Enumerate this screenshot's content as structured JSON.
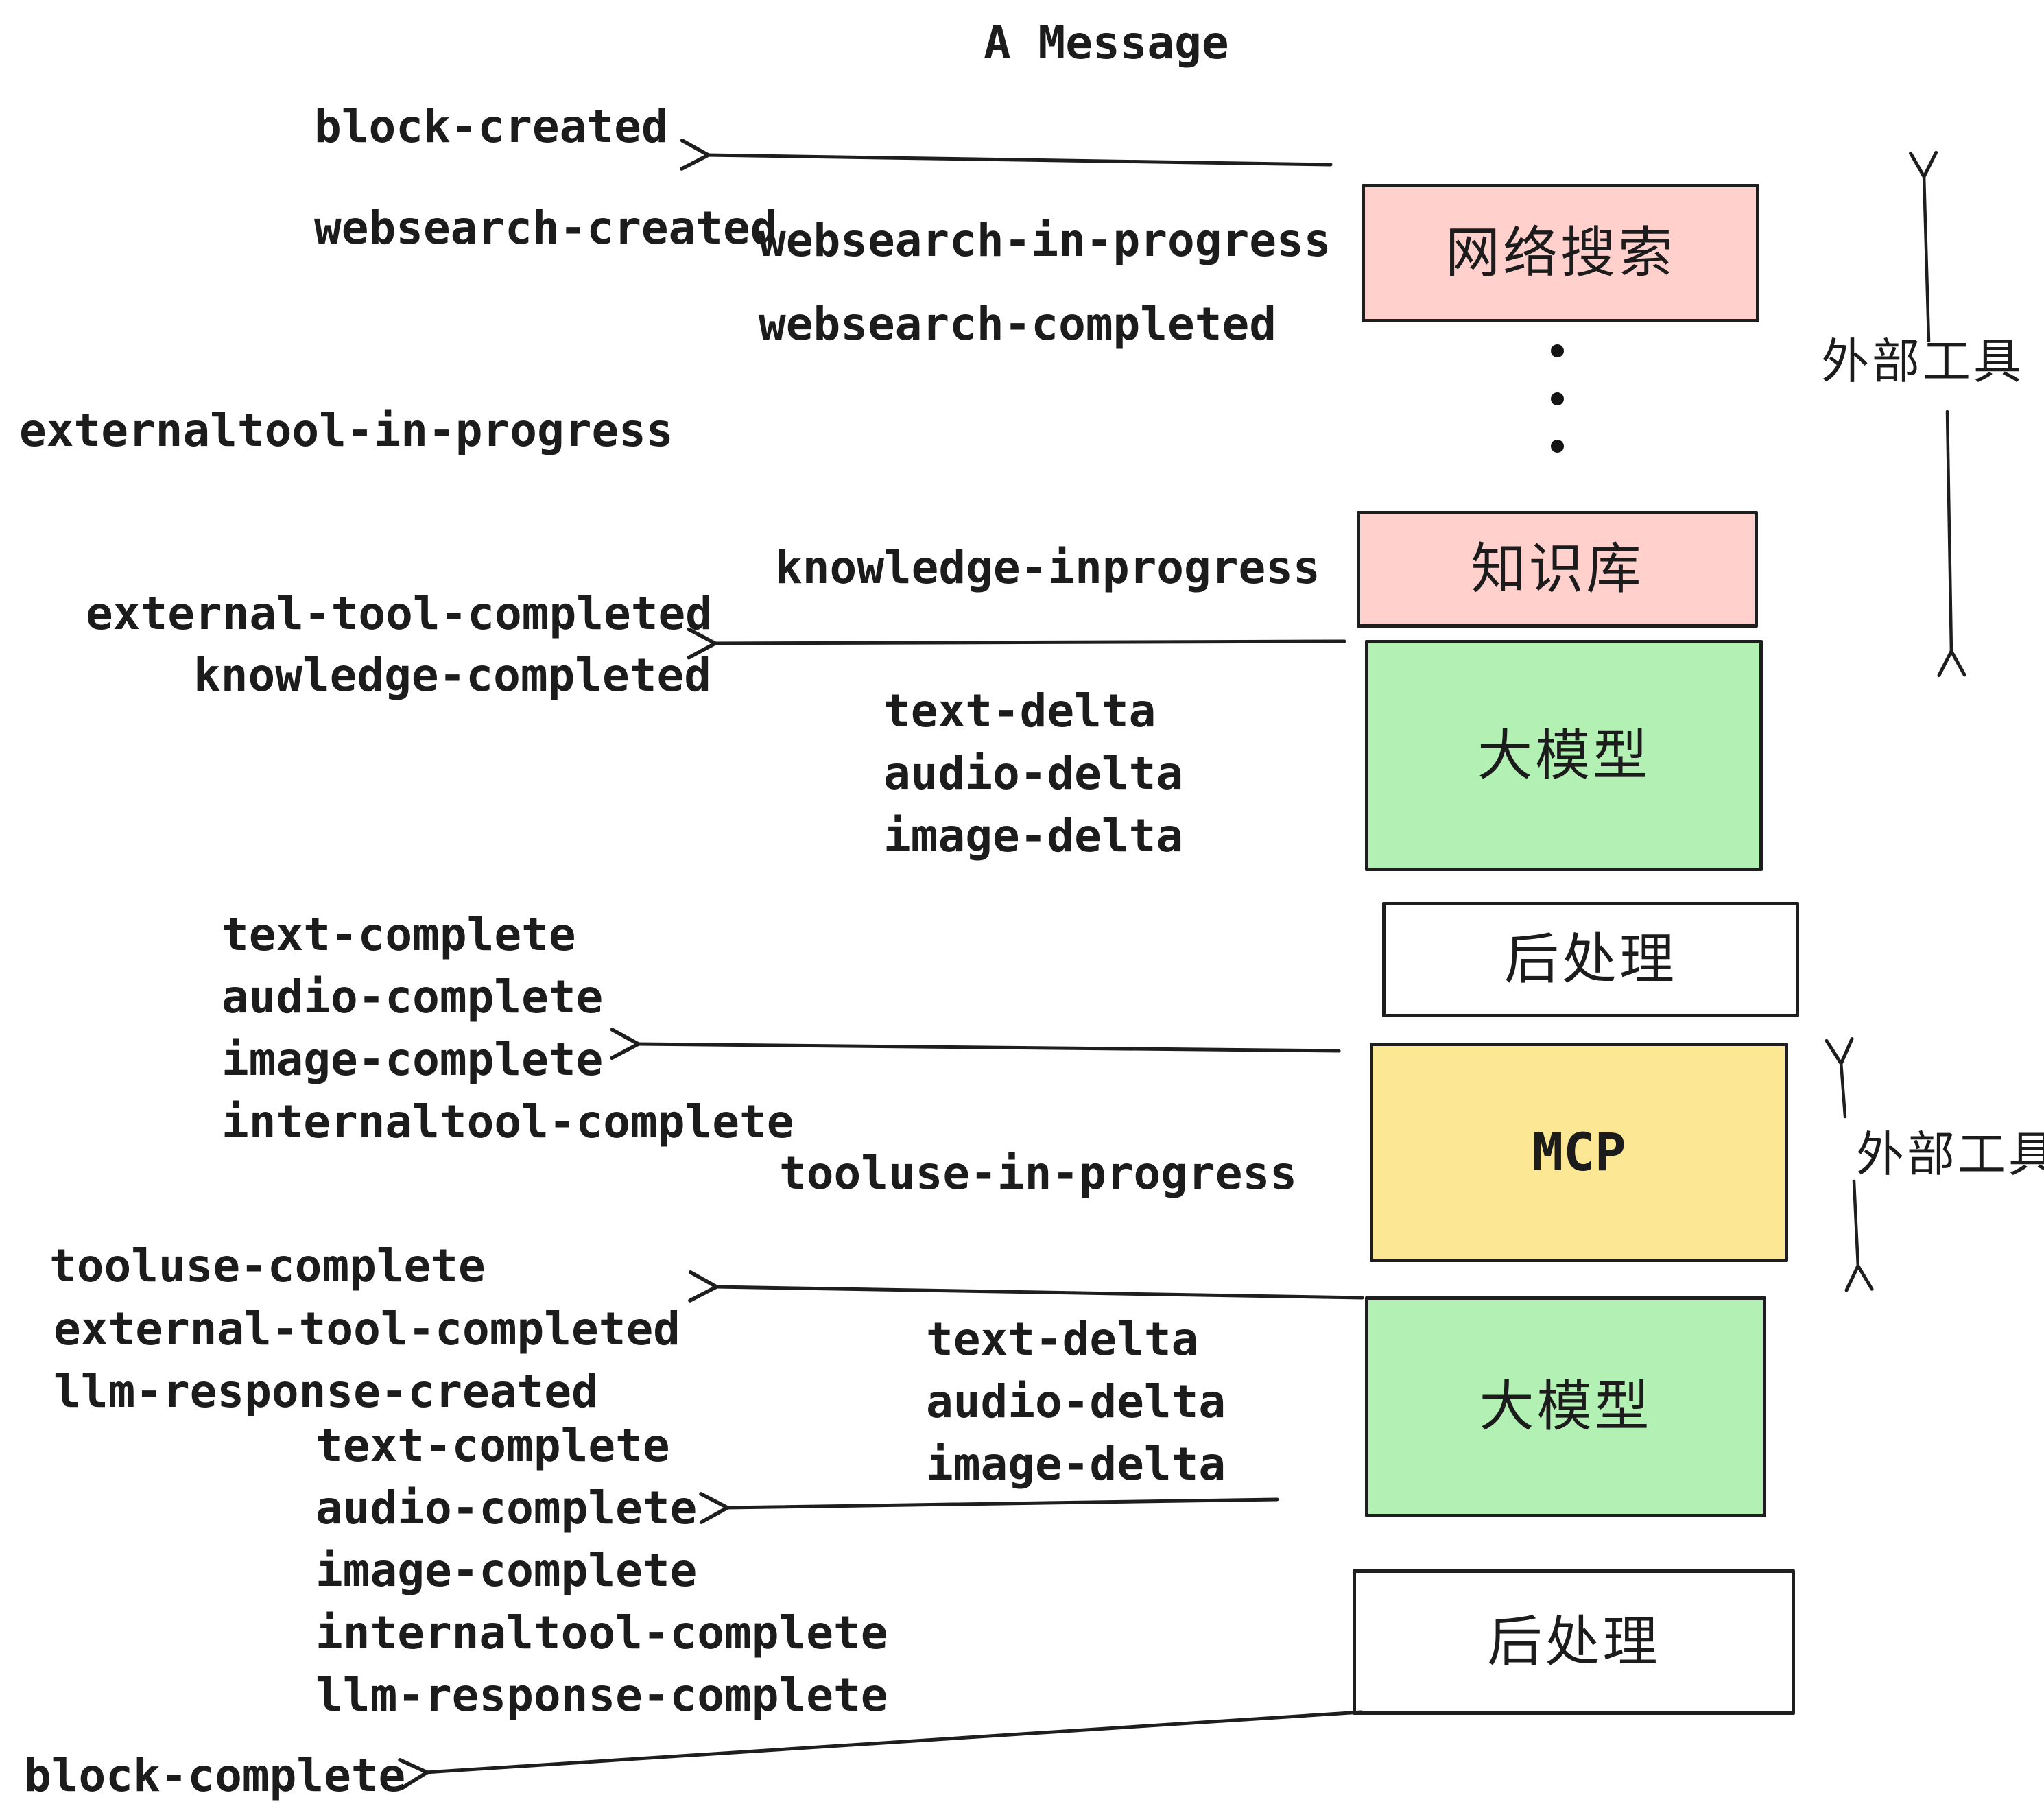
{
  "title": "A Message",
  "colors": {
    "ink": "#1e1e1e",
    "box_pink": "#ffd0cc",
    "box_green": "#b3f0b4",
    "box_yellow": "#fce894",
    "box_white": "#ffffff"
  },
  "events": [
    {
      "text": "block-created"
    },
    {
      "text": "websearch-created"
    },
    {
      "text": "websearch-in-progress"
    },
    {
      "text": "websearch-completed"
    },
    {
      "text": "externaltool-in-progress"
    },
    {
      "text": "knowledge-inprogress"
    },
    {
      "text": "external-tool-completed"
    },
    {
      "text": "knowledge-completed"
    },
    {
      "text": "text-delta"
    },
    {
      "text": "audio-delta"
    },
    {
      "text": "image-delta"
    },
    {
      "text": "text-complete"
    },
    {
      "text": "audio-complete"
    },
    {
      "text": "image-complete"
    },
    {
      "text": "internaltool-complete"
    },
    {
      "text": "tooluse-in-progress"
    },
    {
      "text": "tooluse-complete"
    },
    {
      "text": "external-tool-completed"
    },
    {
      "text": "llm-response-created"
    },
    {
      "text": "text-delta"
    },
    {
      "text": "audio-delta"
    },
    {
      "text": "image-delta"
    },
    {
      "text": "text-complete"
    },
    {
      "text": "audio-complete"
    },
    {
      "text": "image-complete"
    },
    {
      "text": "internaltool-complete"
    },
    {
      "text": "llm-response-complete"
    },
    {
      "text": "block-complete"
    }
  ],
  "nodes": [
    {
      "label": "网络搜索",
      "kind": "websearch"
    },
    {
      "label": "知识库",
      "kind": "knowledge-base"
    },
    {
      "label": "大模型",
      "kind": "llm"
    },
    {
      "label": "后处理",
      "kind": "post-process"
    },
    {
      "label": "MCP",
      "kind": "mcp"
    },
    {
      "label": "大模型",
      "kind": "llm"
    },
    {
      "label": "后处理",
      "kind": "post-process"
    }
  ],
  "annotations": [
    {
      "text": "外部工具"
    },
    {
      "text": "外部工具"
    }
  ]
}
